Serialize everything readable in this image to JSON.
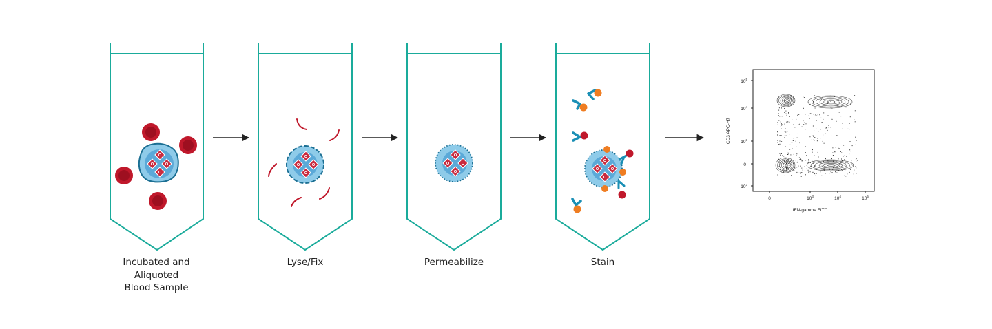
{
  "steps": [
    {
      "label": "Incubated and\nAliquoted\nBlood Sample"
    },
    {
      "label": "Lyse/Fix"
    },
    {
      "label": "Permeabilize"
    },
    {
      "label": "Stain"
    }
  ],
  "plot": {
    "ylabel": "CD3 APC-H7",
    "xlabel": "IFN-gamma FITC",
    "yticks": [
      {
        "base": "10",
        "exp": "5"
      },
      {
        "base": "10",
        "exp": "4"
      },
      {
        "base": "10",
        "exp": "3"
      },
      {
        "base": "0",
        "exp": ""
      },
      {
        "base": "-10",
        "exp": "3"
      }
    ],
    "xticks": [
      {
        "base": "0",
        "exp": ""
      },
      {
        "base": "10",
        "exp": "3"
      },
      {
        "base": "10",
        "exp": "4"
      },
      {
        "base": "10",
        "exp": "5"
      }
    ]
  },
  "colors": {
    "tube": "#1aab9b",
    "rbc": "#c0182b",
    "cell": "#7ec3e6",
    "cell_outline": "#1b6f93",
    "granule": "#c92a3e",
    "antibody": "#1a8fb5",
    "orange": "#ef7d22",
    "arrow": "#222222"
  }
}
